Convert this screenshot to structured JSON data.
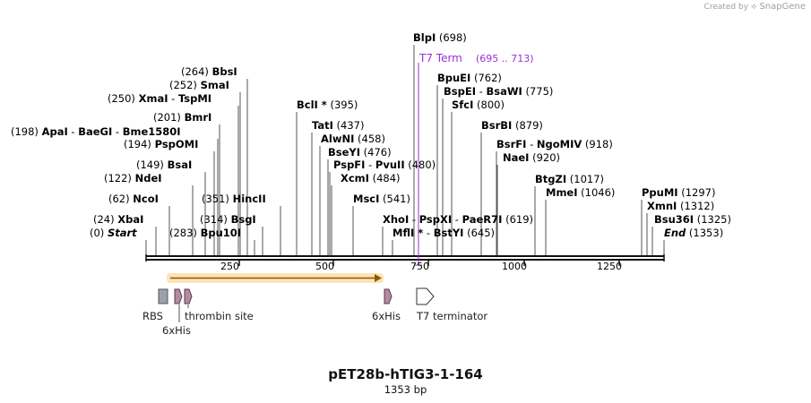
{
  "credit": {
    "text": "Created by",
    "brand": "SnapGene"
  },
  "map": {
    "name": "pET28b-hTIG3-1-164",
    "length_label": "1353 bp",
    "total_bp": 1353
  },
  "ruler": {
    "ticks": [
      "250",
      "500",
      "750",
      "1000",
      "1250"
    ]
  },
  "terminator_label": {
    "name": "T7 Term",
    "range": "(695 .. 713)"
  },
  "sites": [
    {
      "pos": "(0)",
      "names": [
        "Start"
      ],
      "style": "italic"
    },
    {
      "pos": "(24)",
      "names": [
        "XbaI"
      ]
    },
    {
      "pos": "(62)",
      "names": [
        "NcoI"
      ]
    },
    {
      "pos": "(122)",
      "names": [
        "NdeI"
      ]
    },
    {
      "pos": "(149)",
      "names": [
        "BsaI"
      ]
    },
    {
      "pos": "(194)",
      "names": [
        "PspOMI"
      ]
    },
    {
      "pos": "(198)",
      "names": [
        "ApaI",
        "BaeGI",
        "Bme1580I"
      ]
    },
    {
      "pos": "(201)",
      "names": [
        "BmrI"
      ]
    },
    {
      "pos": "(250)",
      "names": [
        "XmaI",
        "TspMI"
      ]
    },
    {
      "pos": "(252)",
      "names": [
        "SmaI"
      ]
    },
    {
      "pos": "(264)",
      "names": [
        "BbsI"
      ]
    },
    {
      "pos": "(283)",
      "names": [
        "Bpu10I"
      ]
    },
    {
      "pos": "(314)",
      "names": [
        "BsgI"
      ]
    },
    {
      "pos": "(351)",
      "names": [
        "HincII"
      ]
    },
    {
      "pos": "(395)",
      "names": [
        "BclI *"
      ]
    },
    {
      "pos": "(437)",
      "names": [
        "TatI"
      ]
    },
    {
      "pos": "(458)",
      "names": [
        "AlwNI"
      ]
    },
    {
      "pos": "(476)",
      "names": [
        "BseYI"
      ]
    },
    {
      "pos": "(480)",
      "names": [
        "PspFI",
        "PvuII"
      ]
    },
    {
      "pos": "(484)",
      "names": [
        "XcmI"
      ]
    },
    {
      "pos": "(541)",
      "names": [
        "MscI"
      ]
    },
    {
      "pos": "(619)",
      "names": [
        "XhoI",
        "PspXI",
        "PaeR7I"
      ]
    },
    {
      "pos": "(645)",
      "names": [
        "MflI *",
        "BstYI"
      ]
    },
    {
      "pos": "(698)",
      "names": [
        "BlpI"
      ]
    },
    {
      "pos": "(762)",
      "names": [
        "BpuEI"
      ]
    },
    {
      "pos": "(775)",
      "names": [
        "BspEI",
        "BsaWI"
      ]
    },
    {
      "pos": "(800)",
      "names": [
        "SfcI"
      ]
    },
    {
      "pos": "(879)",
      "names": [
        "BsrBI"
      ]
    },
    {
      "pos": "(918)",
      "names": [
        "BsrFI",
        "NgoMIV"
      ]
    },
    {
      "pos": "(920)",
      "names": [
        "NaeI"
      ]
    },
    {
      "pos": "(1017)",
      "names": [
        "BtgZI"
      ]
    },
    {
      "pos": "(1046)",
      "names": [
        "MmeI"
      ]
    },
    {
      "pos": "(1297)",
      "names": [
        "PpuMI"
      ]
    },
    {
      "pos": "(1312)",
      "names": [
        "XmnI"
      ]
    },
    {
      "pos": "(1325)",
      "names": [
        "Bsu36I"
      ]
    },
    {
      "pos": "(1353)",
      "names": [
        "End"
      ],
      "style": "italic"
    }
  ],
  "features": [
    {
      "name": "RBS",
      "type": "box",
      "color": "#9aa2ad"
    },
    {
      "name": "6xHis",
      "type": "arrow",
      "color": "#b48ba3"
    },
    {
      "name": "thrombin site",
      "type": "arrow",
      "color": "#b48ba3"
    },
    {
      "name": "6xHis",
      "type": "arrow",
      "color": "#b48ba3"
    },
    {
      "name": "T7 terminator",
      "type": "terminator",
      "color": "#ffffff"
    }
  ],
  "colors": {
    "orf": "#f5a623",
    "terminator": "#9b30d8",
    "backbone": "#111111"
  }
}
